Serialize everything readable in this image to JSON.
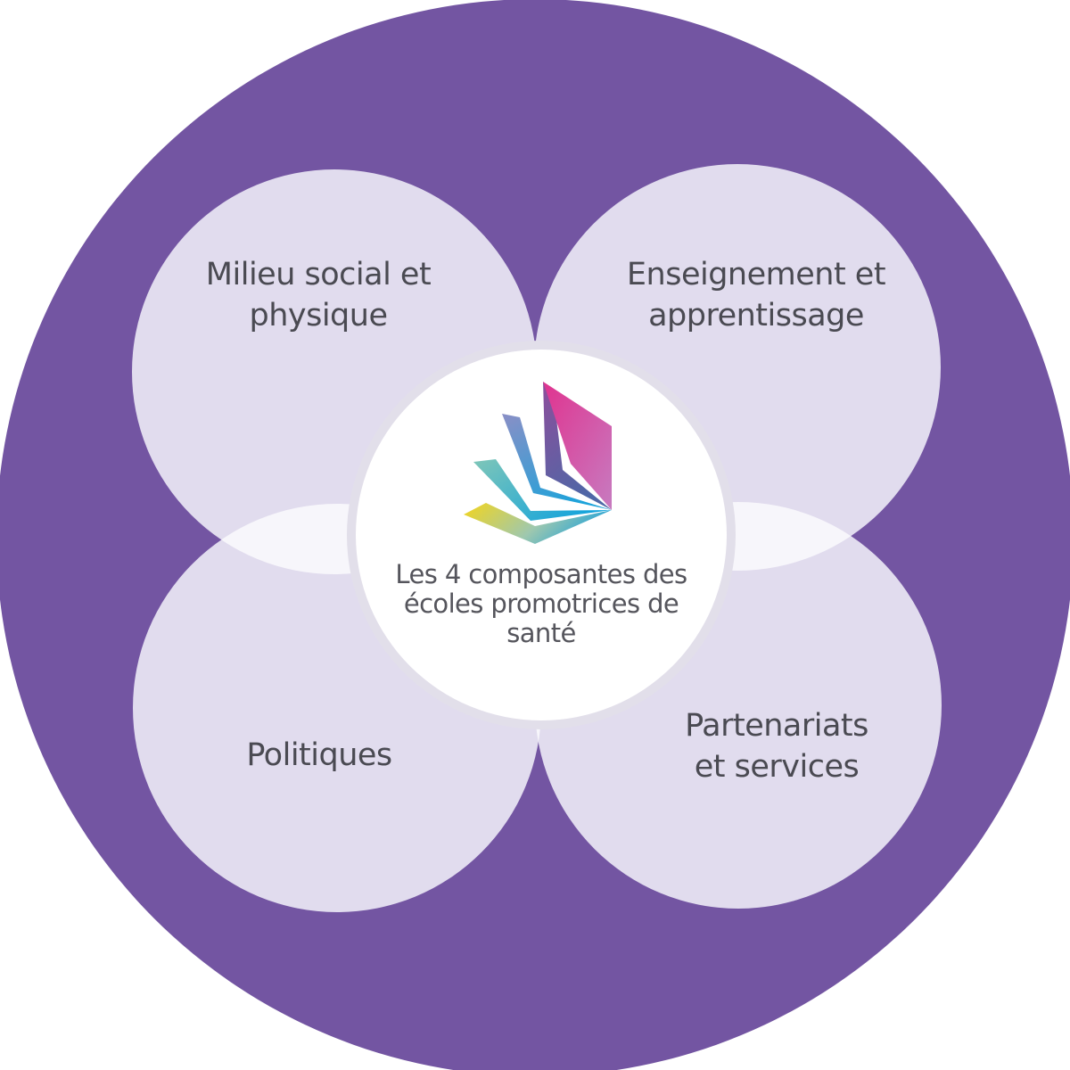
{
  "colors": {
    "outer": "#7355A2",
    "petal": "#E1DCEE",
    "overlap": "#F7F6FB",
    "center": "#FFFFFF",
    "center_ring": "#E2DFEA",
    "text": "#4A4A52"
  },
  "components": [
    {
      "id": "milieu",
      "lines": [
        "Milieu social et",
        "physique"
      ]
    },
    {
      "id": "enseignement",
      "lines": [
        "Enseignement et",
        "apprentissage"
      ]
    },
    {
      "id": "politiques",
      "lines": [
        "Politiques"
      ]
    },
    {
      "id": "partenariats",
      "lines": [
        "Partenariats",
        "et services"
      ]
    }
  ],
  "center": {
    "lines": [
      "Les 4 composantes des",
      "écoles promotrices de",
      "santé"
    ],
    "logo": "book-pages-logo-icon"
  }
}
